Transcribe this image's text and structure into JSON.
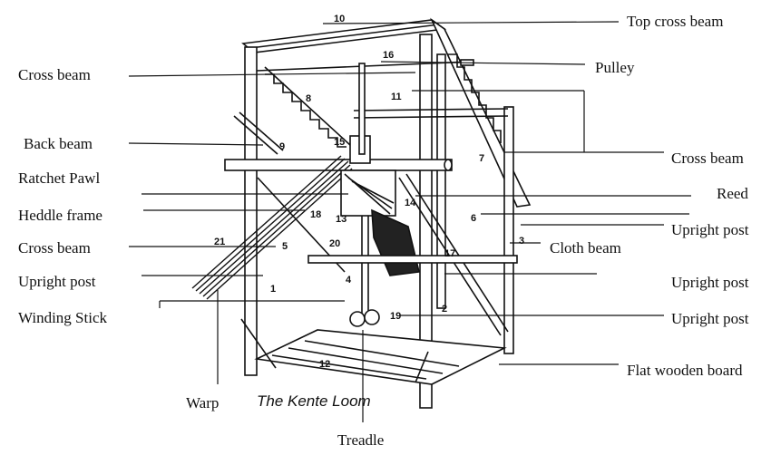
{
  "caption": "The Kente Loom",
  "labels": {
    "top_cross_beam": "Top cross beam",
    "pulley": "Pulley",
    "cross_beam_upper_left": "Cross beam",
    "back_beam": "Back beam",
    "cross_beam_right": "Cross beam",
    "ratchet_pawl": "Ratchet Pawl",
    "reed": "Reed",
    "heddle_frame": "Heddle frame",
    "upright_post_right_1": "Upright post",
    "cross_beam_left": "Cross beam",
    "cloth_beam": "Cloth beam",
    "upright_post_left": "Upright post",
    "upright_post_right_2": "Upright post",
    "winding_stick": "Winding Stick",
    "upright_post_right_3": "Upright post",
    "flat_wooden_board": "Flat wooden board",
    "warp": "Warp",
    "treadle": "Treadle"
  },
  "part_numbers": {
    "n1": "1",
    "n2": "2",
    "n3": "3",
    "n4": "4",
    "n5": "5",
    "n6": "6",
    "n7": "7",
    "n8": "8",
    "n9": "9",
    "n10": "10",
    "n11": "11",
    "n12": "12",
    "n13": "13",
    "n14": "14",
    "n15": "15",
    "n16": "16",
    "n17": "17",
    "n18": "18",
    "n19": "19",
    "n20": "20",
    "n21": "21"
  }
}
